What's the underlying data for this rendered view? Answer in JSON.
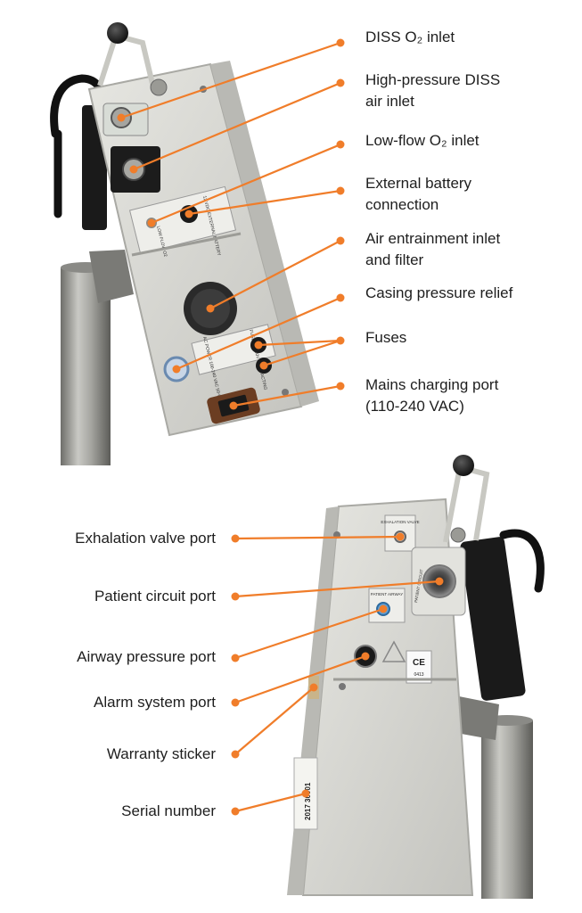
{
  "top_device": {
    "labels": {
      "diss_o2": "DISS O₂ inlet",
      "hp_air_1": "High-pressure DISS",
      "hp_air_2": "air inlet",
      "lowflow_o2": "Low-flow O₂ inlet",
      "ext_batt_1": "External battery",
      "ext_batt_2": "connection",
      "air_entr_1": "Air entrainment inlet",
      "air_entr_2": "and filter",
      "casing_relief": "Casing pressure relief",
      "fuses": "Fuses",
      "mains_1": "Mains charging port",
      "mains_2": "(110-240 VAC)"
    },
    "panel_text": {
      "lowflow_label": "LOW FLOW O2",
      "battery_label": "12 VDC EXTERNAL BATTERY",
      "power_label": "AC POWER 100-240 VAC 50-60 Hz",
      "fuse_label": "FUSE 2A 250V SLOW ACTING"
    }
  },
  "bottom_device": {
    "labels": {
      "exhalation": "Exhalation valve port",
      "patient_circuit": "Patient circuit port",
      "airway_pressure": "Airway pressure port",
      "alarm_system": "Alarm system port",
      "warranty": "Warranty sticker",
      "serial": "Serial number"
    },
    "panel_text": {
      "exhalation_valve": "EXHALATION VALVE",
      "patient_circuit": "PATIENT CIRCUIT",
      "patient_airway": "PATIENT AIRWAY",
      "ce_mark": "CE",
      "ce_number": "0413",
      "serial_value": "2017 30001"
    }
  },
  "colors": {
    "leader_orange": "#f07d2a",
    "casing_grey": "#d9d9d4",
    "pole_grey": "#9a9a96"
  }
}
